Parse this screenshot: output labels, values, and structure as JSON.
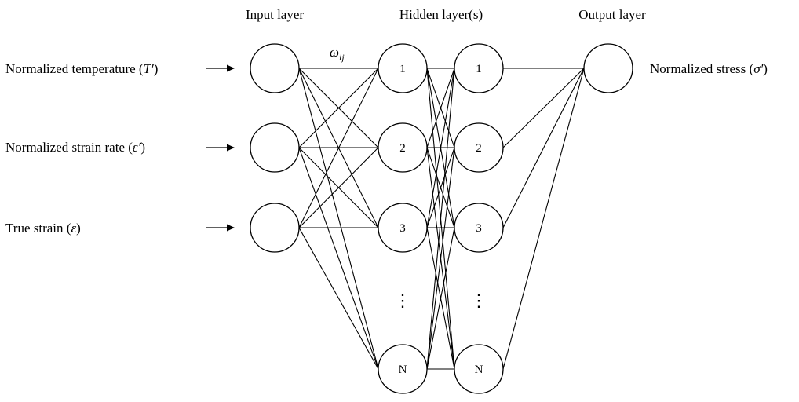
{
  "layers": {
    "input_title": "Input layer",
    "hidden_title": "Hidden layer(s)",
    "output_title": "Output layer"
  },
  "inputs": [
    {
      "main": "Normalized temperature (",
      "var": "T′",
      "close": ")"
    },
    {
      "main": "Normalized strain rate (",
      "var": "ε̇′",
      "close": ")"
    },
    {
      "main": "True strain (",
      "var": "ε",
      "close": ")"
    }
  ],
  "output": {
    "main": "Normalized stress (",
    "var": "σ′",
    "close": ")"
  },
  "weight": {
    "symbol": "ω",
    "subscript": "ij"
  },
  "hidden_nodes": [
    "1",
    "2",
    "3",
    "⋮",
    "N"
  ],
  "colors": {
    "stroke": "#000000",
    "background": "#ffffff"
  }
}
